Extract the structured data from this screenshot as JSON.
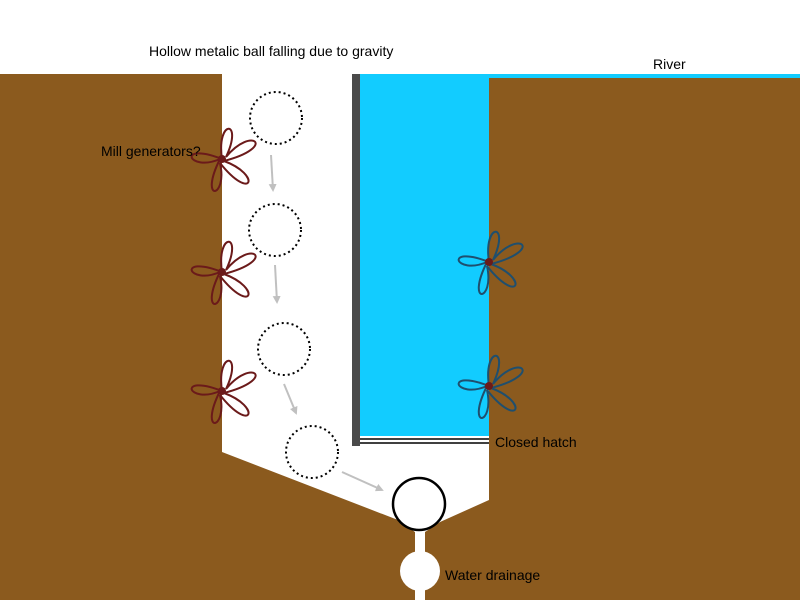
{
  "labels": {
    "title": "Hollow metalic ball falling due to gravity",
    "river": "River",
    "mill": "Mill generators?",
    "hatch": "Closed hatch",
    "drainage": "Water drainage"
  },
  "colors": {
    "ground": "#8b5a1e",
    "water": "#12ccff",
    "wall": "#4a4a4a",
    "rotor_left": "#6b1a1a",
    "rotor_right": "#1f4f6e",
    "arrow": "#c0c0c0"
  },
  "icons": {
    "rotor": "four-petal-rotor",
    "ball": "circle-outline",
    "arrow": "arrow-down"
  }
}
